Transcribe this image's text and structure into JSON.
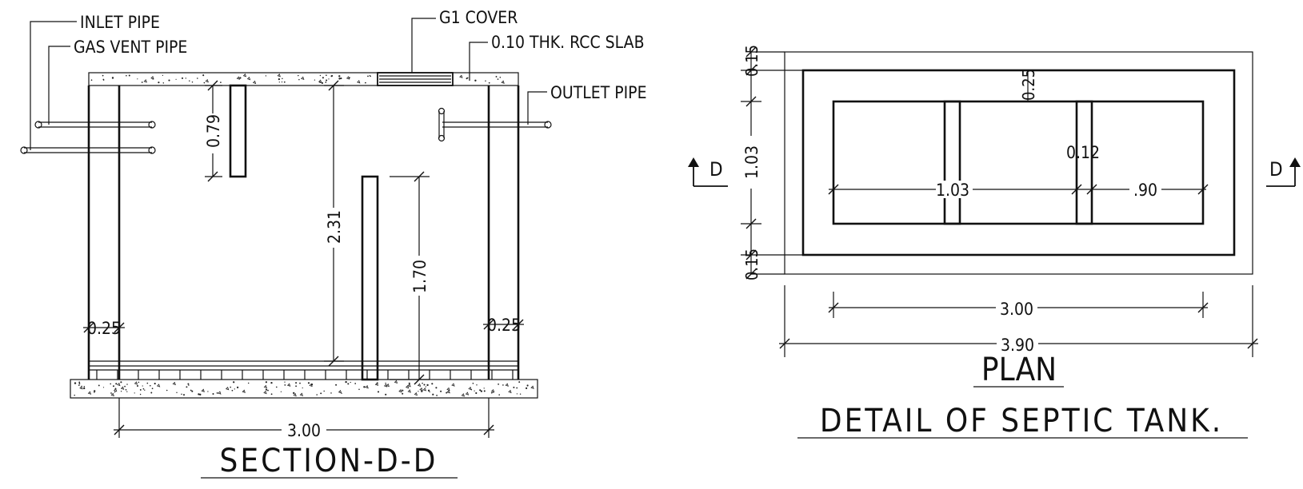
{
  "section": {
    "title": "SECTION-D-D",
    "labels": {
      "inlet_pipe": "INLET PIPE",
      "gas_vent_pipe": "GAS VENT PIPE",
      "g1_cover": "G1 COVER",
      "rcc_slab": "0.10 THK. RCC SLAB",
      "outlet_pipe": "OUTLET PIPE"
    },
    "dims": {
      "baffle_depth": "0.79",
      "depth": "2.31",
      "partition_height": "1.70",
      "wall_left": "0.25",
      "wall_right": "0.25",
      "inner_length": "3.00"
    }
  },
  "plan": {
    "title": "PLAN",
    "section_marker": "D",
    "dims": {
      "top_wall_a": "0.15",
      "top_wall_b": "0.25",
      "width": "1.03",
      "bottom_wall": "0.15",
      "chamber_1": "1.03",
      "partition": "0.12",
      "chamber_2": ".90",
      "inner_length": "3.00",
      "outer_length": "3.90"
    }
  },
  "drawing_title": "DETAIL OF SEPTIC TANK."
}
